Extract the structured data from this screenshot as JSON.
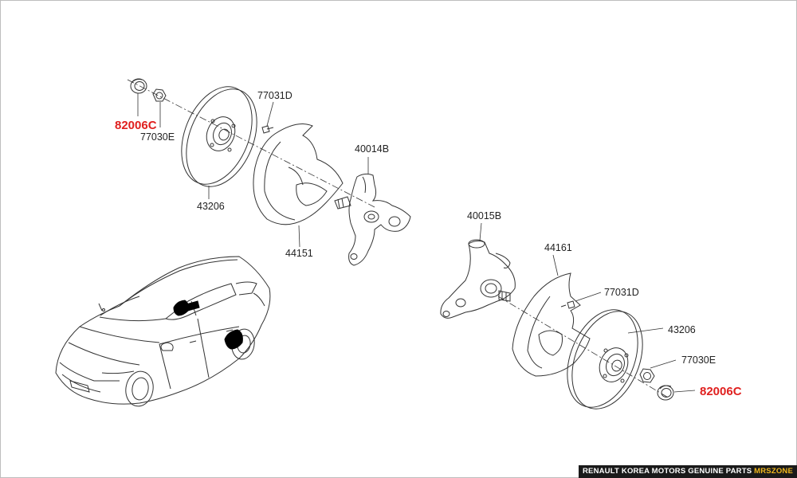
{
  "labels": {
    "seal_top": "82006C",
    "nut_top": "77030E",
    "disc_top": "43206",
    "screw_top": "77031D",
    "shield_top": "44151",
    "knuckle_top": "40014B",
    "knuckle_bottom": "40015B",
    "shield_bottom": "44161",
    "screw_bottom": "77031D",
    "disc_bottom": "43206",
    "nut_bottom": "77030E",
    "seal_bottom": "82006C"
  },
  "footer": {
    "text": "RENAULT KOREA MOTORS GENUINE PARTS",
    "brand": "MRSZONE"
  },
  "colors": {
    "highlight": "#e0201f",
    "line": "#333333",
    "footer_bg": "#1a1a1a",
    "footer_brand": "#f1b81d"
  }
}
